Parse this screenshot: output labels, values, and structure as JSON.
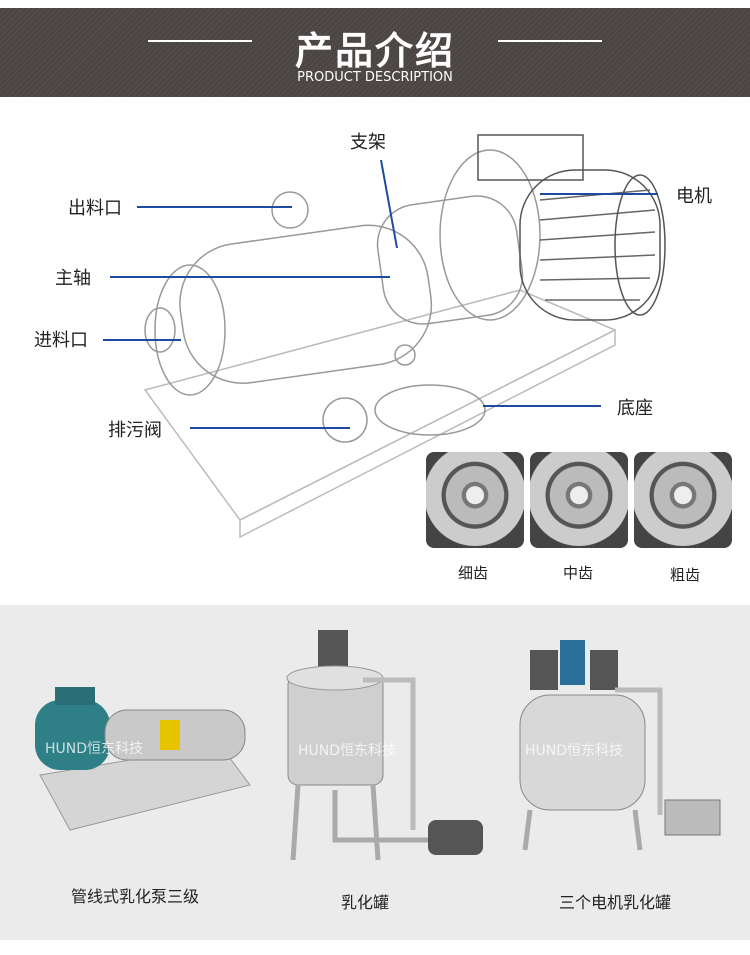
{
  "header": {
    "title": "产品介绍",
    "subtitle": "PRODUCT DESCRIPTION"
  },
  "diagram": {
    "labels": {
      "bracket": "支架",
      "outlet": "出料口",
      "motor": "电机",
      "shaft": "主轴",
      "inlet": "进料口",
      "base": "底座",
      "drain_valve": "排污阀"
    },
    "rotor_types": [
      "细齿",
      "中齿",
      "粗齿"
    ]
  },
  "products": [
    {
      "caption": "管线式乳化泵三级"
    },
    {
      "caption": "乳化罐"
    },
    {
      "caption": "三个电机乳化罐"
    }
  ],
  "watermark": "HUND恒东科技",
  "colors": {
    "header_bg": "#4b4644",
    "pointer": "#1e4aa0",
    "section_bg": "#ebebeb"
  }
}
